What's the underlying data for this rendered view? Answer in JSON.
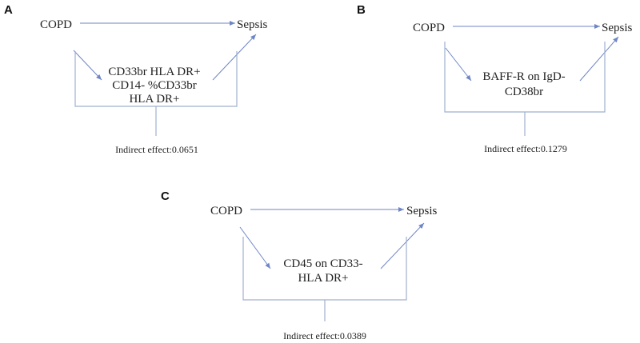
{
  "colors": {
    "arrow": "#6f86c6",
    "bracket": "#9fb1cf",
    "text": "#222222"
  },
  "panels": [
    {
      "letter": "A",
      "exposure": "COPD",
      "outcome": "Sepsis",
      "mediator_lines": [
        "CD33br HLA DR+",
        "CD14- %CD33br",
        "HLA DR+"
      ],
      "indirect_effect": "Indirect effect:0.0651"
    },
    {
      "letter": "B",
      "exposure": "COPD",
      "outcome": "Sepsis",
      "mediator_lines": [
        "BAFF-R on IgD-",
        "CD38br"
      ],
      "indirect_effect": "Indirect effect:0.1279"
    },
    {
      "letter": "C",
      "exposure": "COPD",
      "outcome": "Sepsis",
      "mediator_lines": [
        "CD45 on CD33-",
        "HLA DR+"
      ],
      "indirect_effect": "Indirect effect:0.0389"
    }
  ]
}
